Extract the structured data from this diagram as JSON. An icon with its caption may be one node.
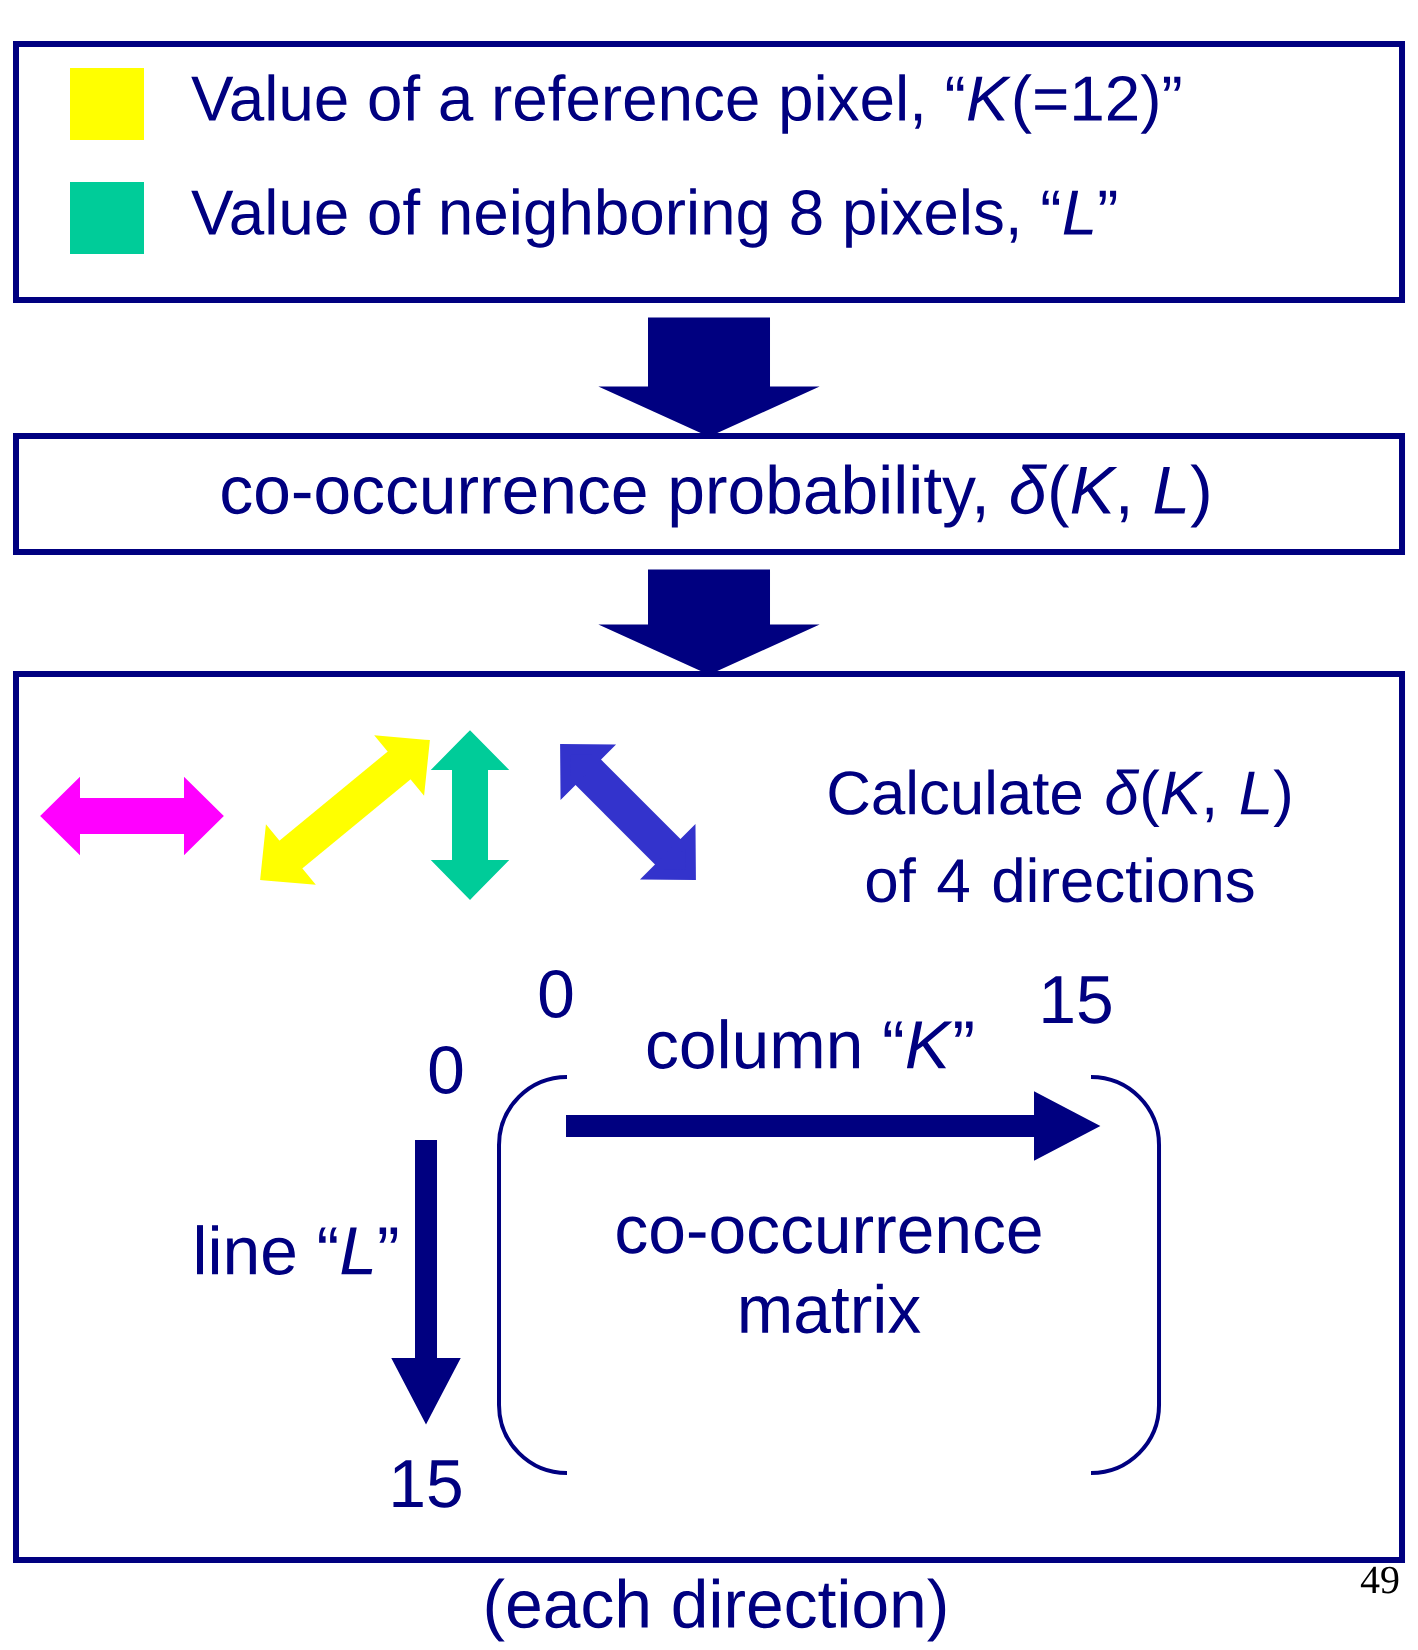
{
  "diagram": {
    "nodes": [
      {
        "text": [],
        "shape": "box"
      },
      {
        "text": [
          "co-occurrence probability, *δ*(*K*, *L*)"
        ]
      },
      {
        "text": [
          "Calculate *δ*(*K*, *L*) of 4 directions"
        ]
      },
      {
        "text": [
          "co-occurrence matrix"
        ],
        "in": 2
      }
    ],
    "edges": [
      {
        "from": 0,
        "to": 1,
        "arrow": "to",
        "style": "thick"
      },
      {
        "from": 1,
        "to": 2,
        "arrow": "to",
        "style": "thick"
      }
    ],
    "labels": [
      "0",
      "15",
      "0",
      "column “*K*”",
      "line “*L*”",
      "15",
      "49",
      "(each direction)"
    ],
    "legend": [
      {
        "text": "Value of a reference pixel, “*K*(=12)”",
        "color": "#ffff00"
      },
      {
        "text": "Value of neighboring 8 pixels, “*L*”",
        "color": "#00cc99"
      }
    ]
  }
}
